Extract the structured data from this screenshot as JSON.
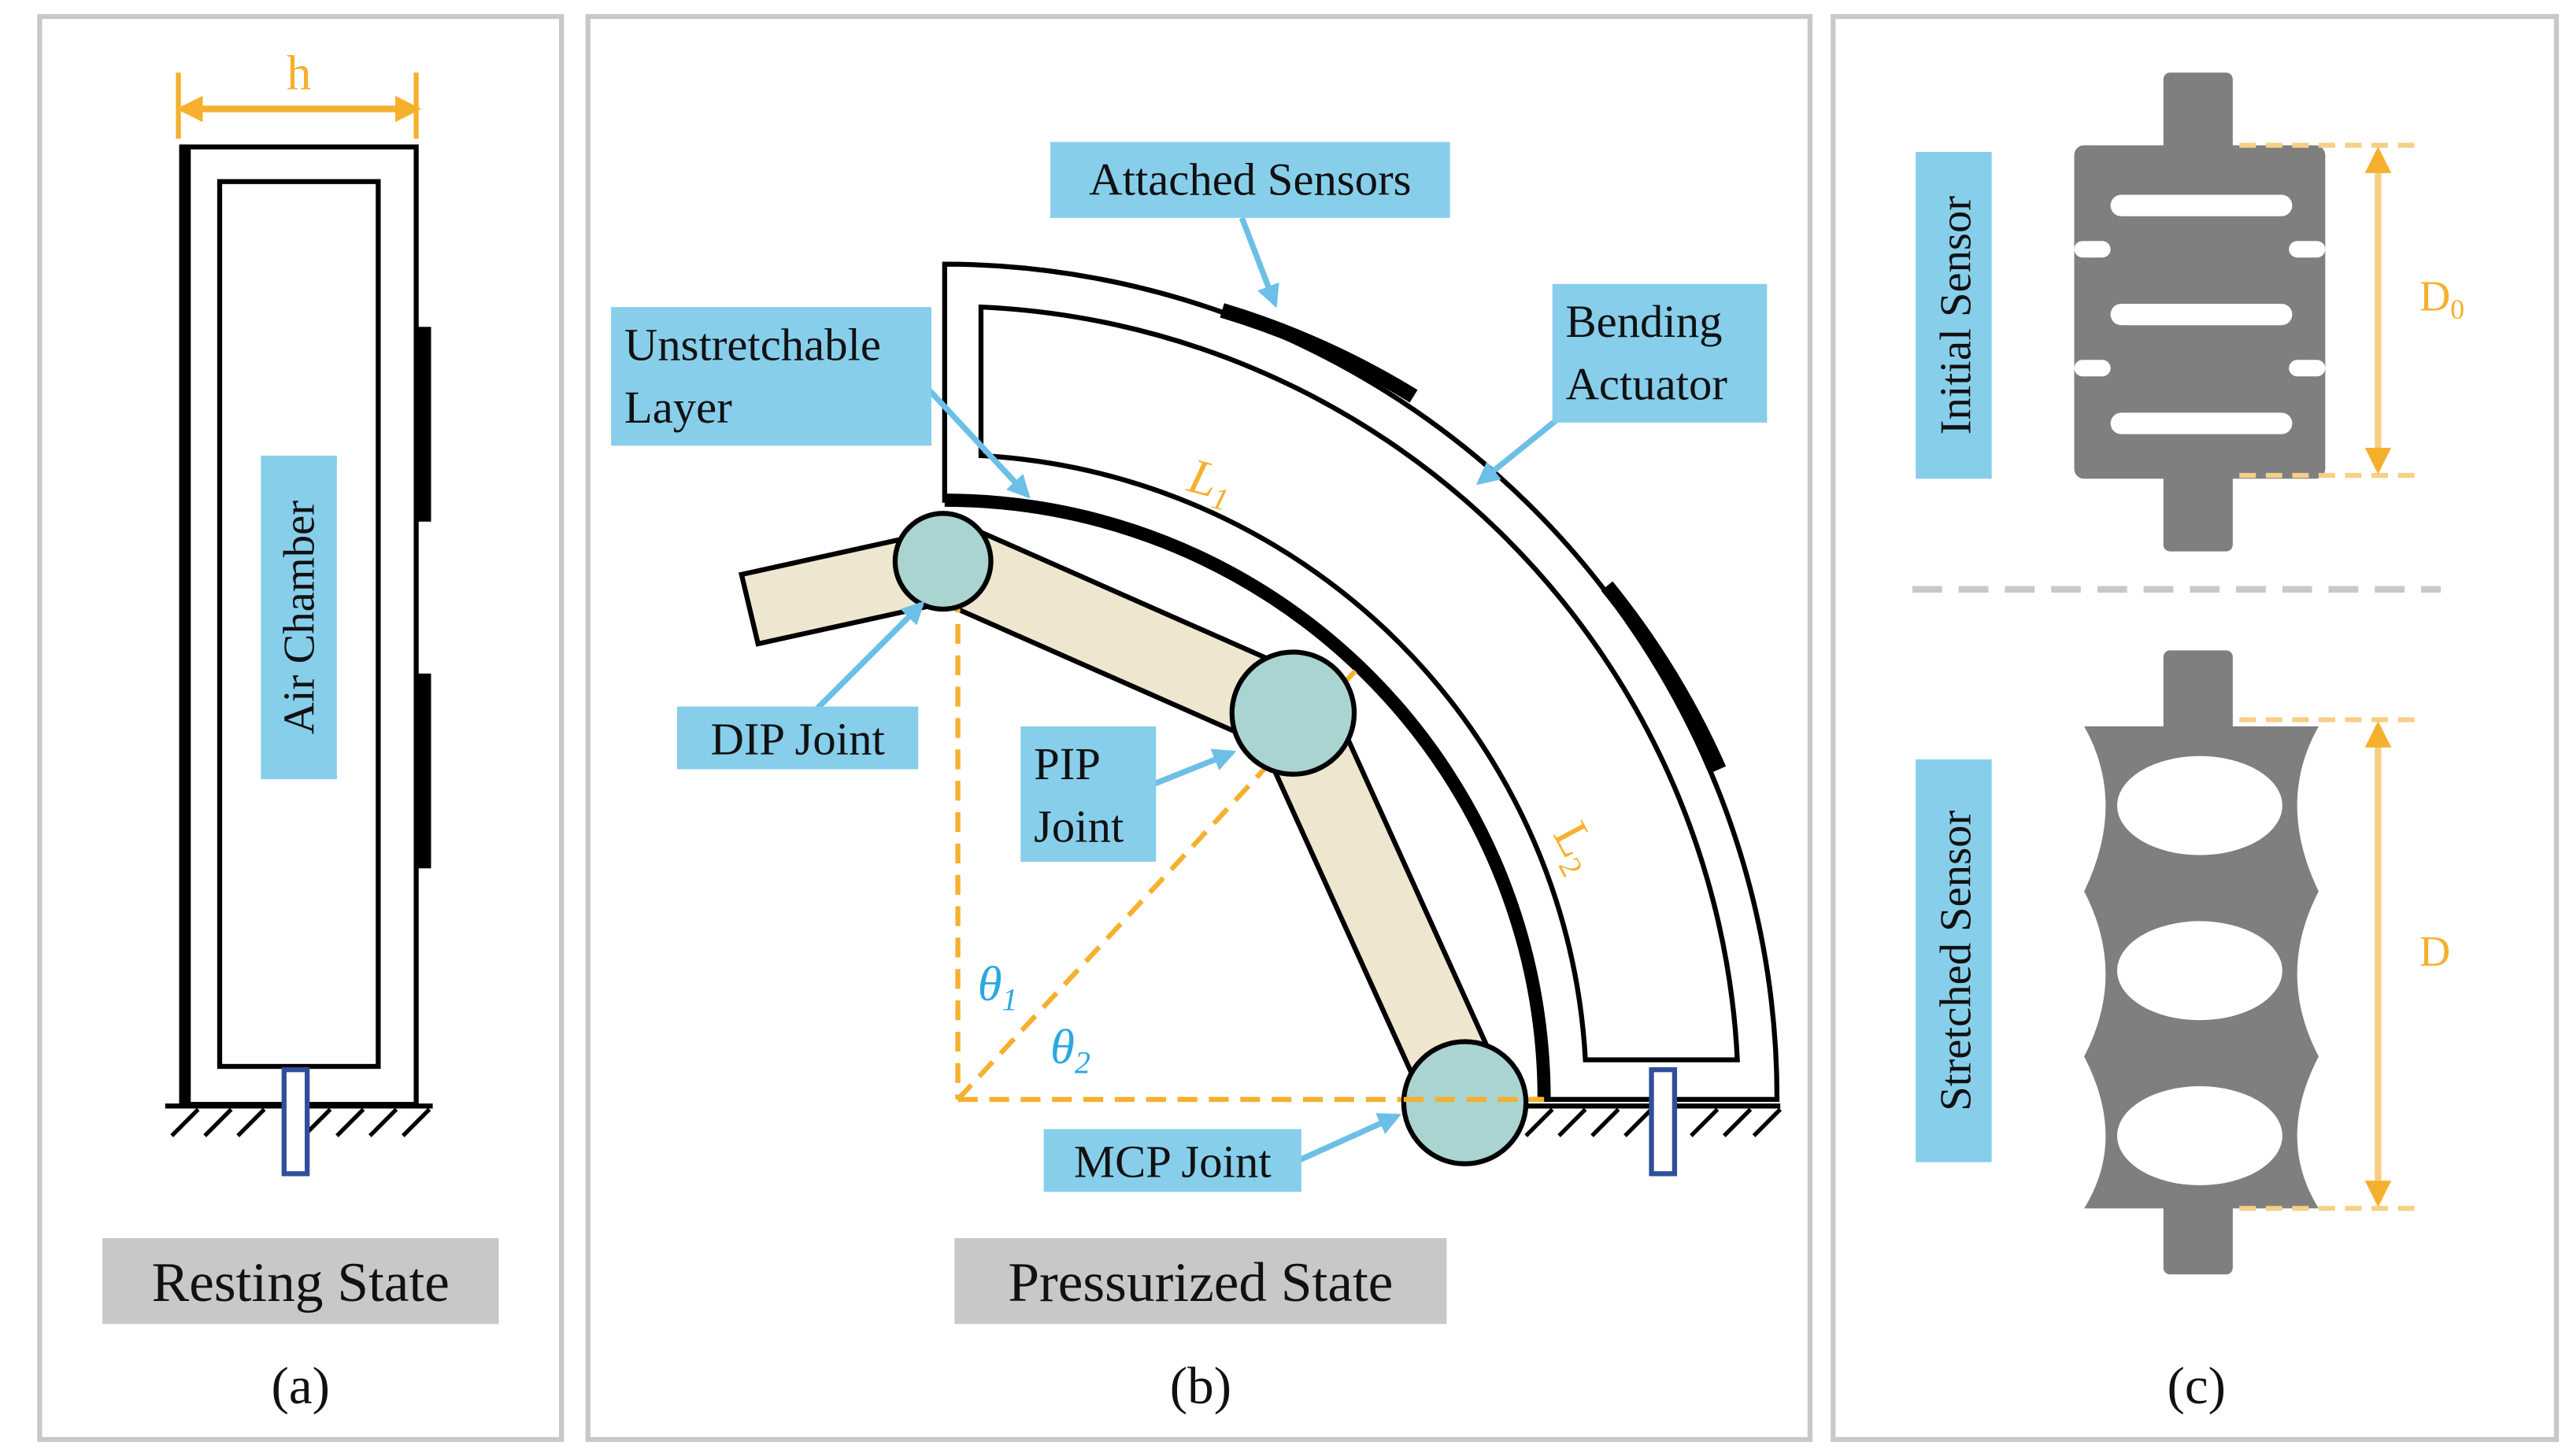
{
  "colors": {
    "panel_border": "#c8c8c8",
    "label_bg": "#87ceeb",
    "title_bg": "#c8c8c8",
    "orange": "#f5b02e",
    "orange_light": "#f7cf87",
    "blue_arrow": "#6cbfe6",
    "sensor_gray": "#7f7f7f",
    "joint_fill": "#a9d4d2",
    "finger_fill": "#efe6cf",
    "theta_blue": "#2aa8e0",
    "peg_blue": "#2f4f9a"
  },
  "panel_a": {
    "dimension_label": "h",
    "chamber_label": "Air Chamber",
    "title": "Resting State",
    "caption": "(a)"
  },
  "panel_b": {
    "label_attached": "Attached Sensors",
    "label_unstretchable_line1": "Unstretchable",
    "label_unstretchable_line2": "Layer",
    "label_bending_line1": "Bending",
    "label_bending_line2": "Actuator",
    "label_dip": "DIP Joint",
    "label_pip_line1": "PIP",
    "label_pip_line2": "Joint",
    "label_mcp": "MCP Joint",
    "length_1": "L",
    "length_1_sub": "1",
    "length_2": "L",
    "length_2_sub": "2",
    "theta_1": "θ",
    "theta_1_sub": "1",
    "theta_2": "θ",
    "theta_2_sub": "2",
    "title": "Pressurized State",
    "caption": "(b)"
  },
  "panel_c": {
    "label_initial": "Initial Sensor",
    "label_stretched": "Stretched Sensor",
    "dim_initial": "D",
    "dim_initial_sub": "0",
    "dim_stretched": "D",
    "caption": "(c)"
  }
}
